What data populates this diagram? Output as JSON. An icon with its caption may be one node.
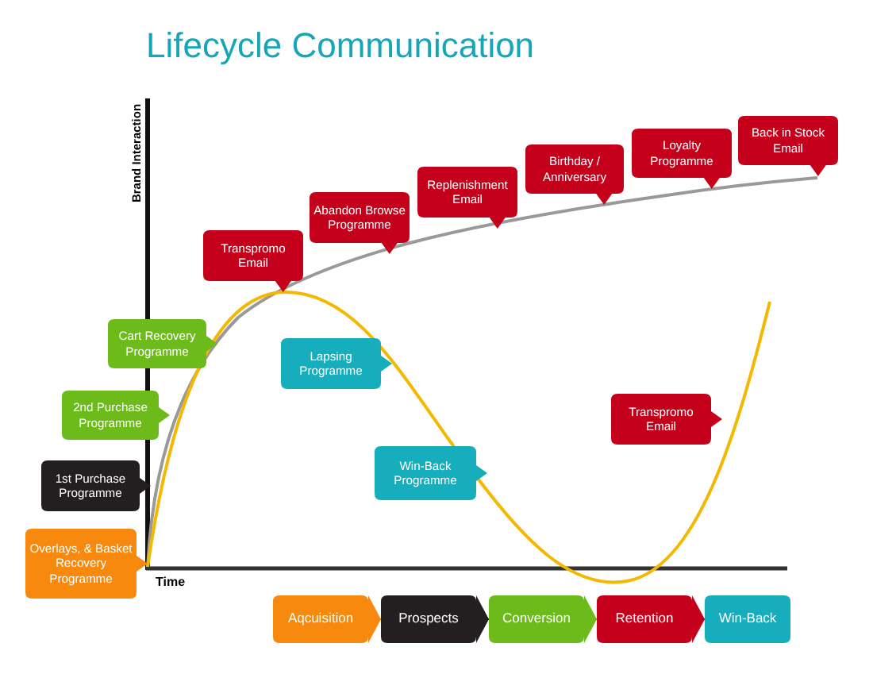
{
  "diagram": {
    "title": "Lifecycle Communication",
    "nodes": [
      {
        "text": [
          "Overlays, & Basket Recovery Programme"
        ]
      },
      {
        "text": [
          "1st Purchase Programme"
        ]
      },
      {
        "text": [
          "2nd Purchase Programme"
        ]
      },
      {
        "text": [
          "Cart Recovery Programme"
        ]
      },
      {
        "text": [
          "Transpromo Email"
        ]
      },
      {
        "text": [
          "Abandon Browse Programme"
        ]
      },
      {
        "text": [
          "Replenishment Email"
        ]
      },
      {
        "text": [
          "Birthday / Anniversary"
        ]
      },
      {
        "text": [
          "Loyalty Programme"
        ]
      },
      {
        "text": [
          "Back in Stock Email"
        ]
      },
      {
        "text": [
          "Lapsing Programme"
        ]
      },
      {
        "text": [
          "Win-Back Programme"
        ]
      },
      {
        "text": [
          "Transpromo Email"
        ]
      },
      {
        "text": [
          "Aqcuisition"
        ]
      },
      {
        "text": [
          "Prospects"
        ]
      },
      {
        "text": [
          "Conversion"
        ]
      },
      {
        "text": [
          "Retention"
        ]
      },
      {
        "text": [
          "Win-Back"
        ]
      }
    ],
    "edges": [
      {
        "from": 13,
        "to": 14,
        "arrow": "to",
        "color": "#f7890f"
      },
      {
        "from": 14,
        "to": 15,
        "arrow": "to",
        "color": "#231f20"
      },
      {
        "from": 15,
        "to": 16,
        "arrow": "to",
        "color": "#6cbb1a"
      },
      {
        "from": 16,
        "to": 17,
        "arrow": "to",
        "color": "#c4001a"
      }
    ],
    "labels": [
      "Brand Interaction",
      "Time"
    ]
  }
}
